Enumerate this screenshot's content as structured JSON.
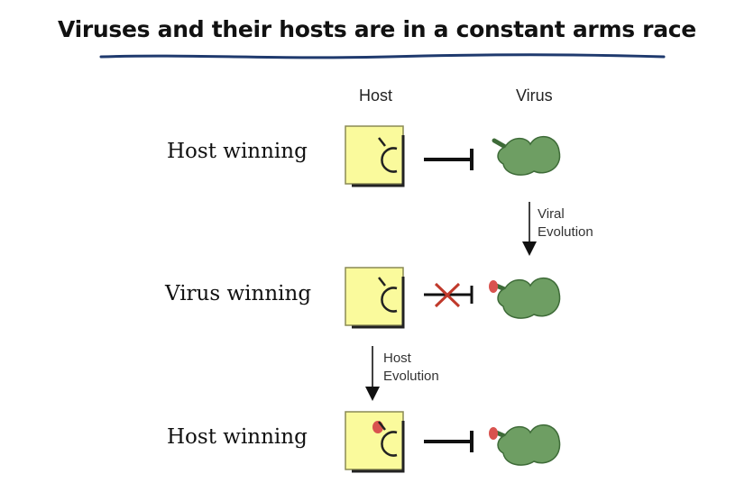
{
  "title": "Viruses and their hosts are in a constant arms race",
  "columns": {
    "host": "Host",
    "virus": "Virus"
  },
  "rows": [
    {
      "label": "Host winning",
      "host_receptor_tagged": false,
      "virus_tagged": false,
      "block_failed": false
    },
    {
      "label": "Virus winning",
      "host_receptor_tagged": false,
      "virus_tagged": true,
      "block_failed": true
    },
    {
      "label": "Host winning",
      "host_receptor_tagged": true,
      "virus_tagged": true,
      "block_failed": false
    }
  ],
  "transitions": {
    "viral": {
      "line1": "Viral",
      "line2": "Evolution"
    },
    "host": {
      "line1": "Host",
      "line2": "Evolution"
    }
  },
  "colors": {
    "title_rule": "#1f3a6e",
    "host_cell_fill": "#fafa9c",
    "host_cell_stroke": "#8a8a55",
    "virus_fill": "#6e9e63",
    "virus_stroke": "#3e6b38",
    "mutation_red": "#d9534f",
    "cross_red": "#c0392b"
  }
}
